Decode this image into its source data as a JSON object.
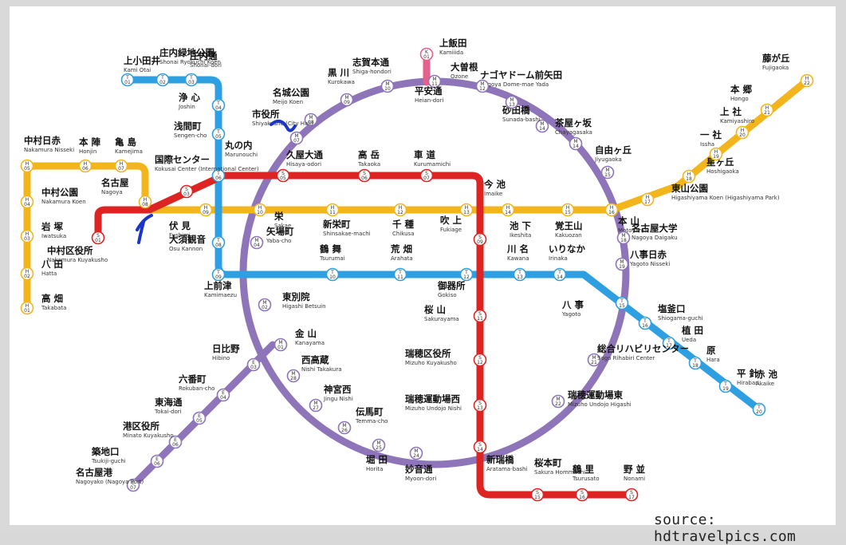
{
  "source": "source: hdtravelpics.com",
  "lines": {
    "higashiyama": {
      "color": "#f2b51c"
    },
    "meijo": {
      "color": "#8e74b8"
    },
    "tsurumai": {
      "color": "#2e9fe0"
    },
    "sakuradori": {
      "color": "#dd2423"
    },
    "kamiiida": {
      "color": "#e5608a"
    },
    "meiko": {
      "color": "#8e74b8"
    }
  },
  "stations": [
    {
      "id": "takabata",
      "name": "高 畑",
      "romaji": "Takabata",
      "code": "H 01",
      "line": "higashiyama"
    },
    {
      "id": "hatta",
      "name": "八 田",
      "romaji": "Hatta",
      "code": "H 02",
      "line": "higashiyama"
    },
    {
      "id": "iwatsuka",
      "name": "岩 塚",
      "romaji": "Iwatsuka",
      "code": "H 03",
      "line": "higashiyama"
    },
    {
      "id": "nakamura-koen",
      "name": "中村公園",
      "romaji": "Nakamura Koen",
      "code": "H 04",
      "line": "higashiyama"
    },
    {
      "id": "nakamura-nisseki",
      "name": "中村日赤",
      "romaji": "Nakamura Nisseki",
      "code": "H 05",
      "line": "higashiyama"
    },
    {
      "id": "honjin",
      "name": "本 陣",
      "romaji": "Honjin",
      "code": "H 06",
      "line": "higashiyama"
    },
    {
      "id": "kamejima",
      "name": "亀 島",
      "romaji": "Kamejima",
      "code": "H 07",
      "line": "higashiyama"
    },
    {
      "id": "nagoya",
      "name": "名古屋",
      "romaji": "Nagoya",
      "code": "H 08",
      "line": "higashiyama"
    },
    {
      "id": "fushimi",
      "name": "伏 見",
      "romaji": "Fushimi",
      "code": "H 09",
      "line": "higashiyama"
    },
    {
      "id": "sakae",
      "name": "栄",
      "romaji": "Sakae",
      "code": "H 10",
      "line": "higashiyama"
    },
    {
      "id": "shinsakae",
      "name": "新栄町",
      "romaji": "Shinsakae-machi",
      "code": "H 11",
      "line": "higashiyama"
    },
    {
      "id": "chikusa",
      "name": "千 種",
      "romaji": "Chikusa",
      "code": "H 12",
      "line": "higashiyama"
    },
    {
      "id": "imaike",
      "name": "今 池",
      "romaji": "Imaike",
      "code": "H 13",
      "line": "higashiyama"
    },
    {
      "id": "ikeshita",
      "name": "池 下",
      "romaji": "Ikeshita",
      "code": "H 14",
      "line": "higashiyama"
    },
    {
      "id": "kakuozan",
      "name": "覚王山",
      "romaji": "Kakuozan",
      "code": "H 15",
      "line": "higashiyama"
    },
    {
      "id": "motoyama",
      "name": "本 山",
      "romaji": "Motoyama",
      "code": "H 16",
      "line": "higashiyama"
    },
    {
      "id": "higashiyama-koen",
      "name": "東山公園",
      "romaji": "Higashiyama Koen (Higashiyama Park)",
      "code": "H 17",
      "line": "higashiyama"
    },
    {
      "id": "hoshigaoka",
      "name": "星ヶ丘",
      "romaji": "Hoshigaoka",
      "code": "H 18",
      "line": "higashiyama"
    },
    {
      "id": "issha",
      "name": "一 社",
      "romaji": "Issha",
      "code": "H 19",
      "line": "higashiyama"
    },
    {
      "id": "kamiyashiro",
      "name": "上 社",
      "romaji": "Kamiyashiro",
      "code": "H 20",
      "line": "higashiyama"
    },
    {
      "id": "hongo",
      "name": "本 郷",
      "romaji": "Hongo",
      "code": "H 21",
      "line": "higashiyama"
    },
    {
      "id": "fujigaoka",
      "name": "藤が丘",
      "romaji": "Fujigaoka",
      "code": "H 22",
      "line": "higashiyama"
    },
    {
      "id": "kami-otai",
      "name": "上小田井",
      "romaji": "Kami Otai",
      "code": "T 01",
      "line": "tsurumai"
    },
    {
      "id": "shonai-ryokuchi",
      "name": "庄内緑地公園",
      "romaji": "Shonai Ryokuchi Koen",
      "code": "T 02",
      "line": "tsurumai"
    },
    {
      "id": "shonai-dori",
      "name": "庄内通",
      "romaji": "Shonai-dori",
      "code": "T 03",
      "line": "tsurumai"
    },
    {
      "id": "joshin",
      "name": "浄 心",
      "romaji": "Joshin",
      "code": "T 04",
      "line": "tsurumai"
    },
    {
      "id": "sengen-cho",
      "name": "浅間町",
      "romaji": "Sengen-cho",
      "code": "T 05",
      "line": "tsurumai"
    },
    {
      "id": "marunouchi",
      "name": "丸の内",
      "romaji": "Marunouchi",
      "code": "T 06",
      "line": "tsurumai"
    },
    {
      "id": "osu-kannon",
      "name": "大須観音",
      "romaji": "Osu Kannon",
      "code": "T 08",
      "line": "tsurumai"
    },
    {
      "id": "kamimaezu",
      "name": "上前津",
      "romaji": "Kamimaezu",
      "code": "T 09",
      "line": "tsurumai"
    },
    {
      "id": "tsurumai",
      "name": "鶴 舞",
      "romaji": "Tsurumai",
      "code": "T 10",
      "line": "tsurumai"
    },
    {
      "id": "arahata",
      "name": "荒 畑",
      "romaji": "Arahata",
      "code": "T 11",
      "line": "tsurumai"
    },
    {
      "id": "gokiso",
      "name": "御器所",
      "romaji": "Gokiso",
      "code": "T 12",
      "line": "tsurumai"
    },
    {
      "id": "kawana",
      "name": "川 名",
      "romaji": "Kawana",
      "code": "T 13",
      "line": "tsurumai"
    },
    {
      "id": "irinaka",
      "name": "いりなか",
      "romaji": "Irinaka",
      "code": "T 14",
      "line": "tsurumai"
    },
    {
      "id": "yagoto",
      "name": "八 事",
      "romaji": "Yagoto",
      "code": "T 15",
      "line": "tsurumai"
    },
    {
      "id": "shiogama",
      "name": "塩釜口",
      "romaji": "Shiogama-guchi",
      "code": "T 16",
      "line": "tsurumai"
    },
    {
      "id": "ueda",
      "name": "植 田",
      "romaji": "Ueda",
      "code": "T 17",
      "line": "tsurumai"
    },
    {
      "id": "hara",
      "name": "原",
      "romaji": "Hara",
      "code": "T 18",
      "line": "tsurumai"
    },
    {
      "id": "hirabari",
      "name": "平 針",
      "romaji": "Hirabari",
      "code": "T 19",
      "line": "tsurumai"
    },
    {
      "id": "akaike",
      "name": "赤 池",
      "romaji": "Akaike",
      "code": "T 20",
      "line": "tsurumai"
    },
    {
      "id": "nakamura-kuyakusho",
      "name": "中村区役所",
      "romaji": "Nakamura Kuyakusho",
      "code": "S 01",
      "line": "sakuradori"
    },
    {
      "id": "kokusai-center",
      "name": "国際センター",
      "romaji": "Kokusai Center (International Center)",
      "code": "S 03",
      "line": "sakuradori"
    },
    {
      "id": "hisaya-odori",
      "name": "久屋大通",
      "romaji": "Hisaya-odori",
      "code": "S 05",
      "line": "sakuradori"
    },
    {
      "id": "takaoka",
      "name": "高 岳",
      "romaji": "Takaoka",
      "code": "S 06",
      "line": "sakuradori"
    },
    {
      "id": "kurumamichi",
      "name": "車 道",
      "romaji": "Kurumamichi",
      "code": "S 07",
      "line": "sakuradori"
    },
    {
      "id": "fukiage",
      "name": "吹 上",
      "romaji": "Fukiage",
      "code": "S 09",
      "line": "sakuradori"
    },
    {
      "id": "sakurayama",
      "name": "桜 山",
      "romaji": "Sakurayama",
      "code": "S 11",
      "line": "sakuradori"
    },
    {
      "id": "mizuho-kuyakusho",
      "name": "瑞穂区役所",
      "romaji": "Mizuho Kuyakusho",
      "code": "S 12",
      "line": "sakuradori"
    },
    {
      "id": "mizuho-undojo-nishi",
      "name": "瑞穂運動場西",
      "romaji": "Mizuho Undojo Nishi",
      "code": "S 13",
      "line": "sakuradori"
    },
    {
      "id": "aratama-bashi",
      "name": "新瑞橋",
      "romaji": "Aratama-bashi",
      "code": "S 14",
      "line": "sakuradori"
    },
    {
      "id": "sakura-hommachi",
      "name": "桜本町",
      "romaji": "Sakura Hommachi",
      "code": "S 15",
      "line": "sakuradori"
    },
    {
      "id": "tsurusato",
      "name": "鶴 里",
      "romaji": "Tsurusato",
      "code": "S 16",
      "line": "sakuradori"
    },
    {
      "id": "nonami",
      "name": "野 並",
      "romaji": "Nonami",
      "code": "S 17",
      "line": "sakuradori"
    },
    {
      "id": "kamiiida",
      "name": "上飯田",
      "romaji": "Kamiiida",
      "code": "K 01",
      "line": "kamiiida"
    },
    {
      "id": "heian-dori",
      "name": "平安通",
      "romaji": "Heian-dori",
      "code": "M 11",
      "line": "meijo"
    },
    {
      "id": "shiga-hondori",
      "name": "志賀本通",
      "romaji": "Shiga-hondori",
      "code": "M 10",
      "line": "meijo"
    },
    {
      "id": "kurokawa",
      "name": "黒 川",
      "romaji": "Kurokawa",
      "code": "M 09",
      "line": "meijo"
    },
    {
      "id": "meijo-koen",
      "name": "名城公園",
      "romaji": "Meijo Koen",
      "code": "M 08",
      "line": "meijo"
    },
    {
      "id": "shiyakusho",
      "name": "市役所",
      "romaji": "Shiyakusho (City Hall)",
      "code": "M 07",
      "line": "meijo"
    },
    {
      "id": "yaba-cho",
      "name": "矢場町",
      "romaji": "Yaba-cho",
      "code": "M 04",
      "line": "meijo"
    },
    {
      "id": "higashi-betsuin",
      "name": "東別院",
      "romaji": "Higashi Betsuin",
      "code": "M 02",
      "line": "meijo"
    },
    {
      "id": "kanayama",
      "name": "金 山",
      "romaji": "Kanayama",
      "code": "M 01",
      "line": "meijo"
    },
    {
      "id": "nishi-takakura",
      "name": "西高蔵",
      "romaji": "Nishi Takakura",
      "code": "M 28",
      "line": "meijo"
    },
    {
      "id": "jingu-nishi",
      "name": "神宮西",
      "romaji": "Jingu Nishi",
      "code": "M 27",
      "line": "meijo"
    },
    {
      "id": "temma-cho",
      "name": "伝馬町",
      "romaji": "Temma-cho",
      "code": "M 26",
      "line": "meijo"
    },
    {
      "id": "horita",
      "name": "堀 田",
      "romaji": "Horita",
      "code": "M 25",
      "line": "meijo"
    },
    {
      "id": "myoon-dori",
      "name": "妙音通",
      "romaji": "Myoon-dori",
      "code": "M 24",
      "line": "meijo"
    },
    {
      "id": "mizuho-undojo-higashi",
      "name": "瑞穂運動場東",
      "romaji": "Mizuho Undojo Higashi",
      "code": "M 22",
      "line": "meijo"
    },
    {
      "id": "sogo-rihabiri",
      "name": "総合リハビリセンター",
      "romaji": "Sogo Rihabiri Center",
      "code": "M 21",
      "line": "meijo"
    },
    {
      "id": "yagoto-nisseki",
      "name": "八事日赤",
      "romaji": "Yagoto Nisseki",
      "code": "M 19",
      "line": "meijo"
    },
    {
      "id": "nagoya-daigaku",
      "name": "名古屋大学",
      "romaji": "Nagoya Daigaku",
      "code": "M 18",
      "line": "meijo"
    },
    {
      "id": "jiyugaoka",
      "name": "自由ヶ丘",
      "romaji": "Jiyugaoka",
      "code": "M 15",
      "line": "meijo"
    },
    {
      "id": "chayagasaka",
      "name": "茶屋ヶ坂",
      "romaji": "Chayagasaka",
      "code": "M 14",
      "line": "meijo"
    },
    {
      "id": "sunada-bashi",
      "name": "砂田橋",
      "romaji": "Sunada-bashi",
      "code": "M 14",
      "line": "meijo"
    },
    {
      "id": "nagoya-dome",
      "name": "ナゴヤドーム前矢田",
      "romaji": "Nagoya Dome-mae Yada",
      "code": "M 13",
      "line": "meijo"
    },
    {
      "id": "ozone",
      "name": "大曽根",
      "romaji": "Ozone",
      "code": "M 12",
      "line": "meijo"
    },
    {
      "id": "hibino",
      "name": "日比野",
      "romaji": "Hibino",
      "code": "E 03",
      "line": "meiko"
    },
    {
      "id": "rokuban-cho",
      "name": "六番町",
      "romaji": "Rokuban-cho",
      "code": "E 04",
      "line": "meiko"
    },
    {
      "id": "tokai-dori",
      "name": "東海通",
      "romaji": "Tokai-dori",
      "code": "E 05",
      "line": "meiko"
    },
    {
      "id": "minato-kuyakusho",
      "name": "港区役所",
      "romaji": "Minato Kuyakusho",
      "code": "E 06",
      "line": "meiko"
    },
    {
      "id": "tsukiji-guchi",
      "name": "築地口",
      "romaji": "Tsukiji-guchi",
      "code": "E 06",
      "line": "meiko"
    },
    {
      "id": "nagoyako",
      "name": "名古屋港",
      "romaji": "Nagoyako (Nagoya Port)",
      "code": "E 07",
      "line": "meiko"
    }
  ]
}
